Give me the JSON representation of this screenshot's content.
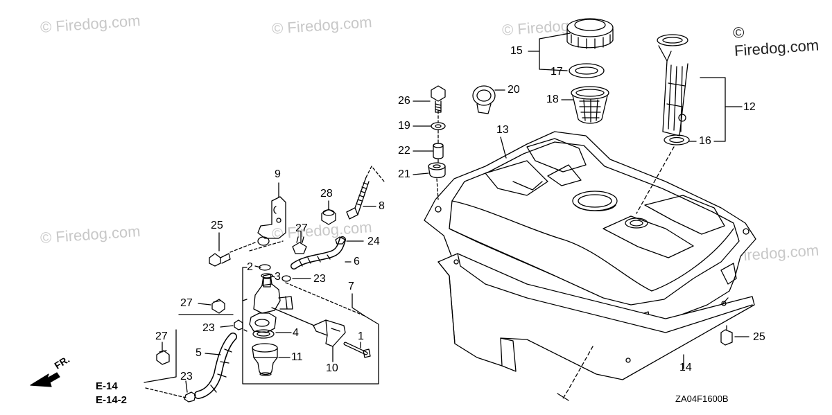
{
  "watermark": {
    "faint": "© Firedog.com",
    "strong": "© Firedog.com"
  },
  "callouts": {
    "c1": "1",
    "c2": "2",
    "c3": "3",
    "c4": "4",
    "c5": "5",
    "c6": "6",
    "c7": "7",
    "c8": "8",
    "c9": "9",
    "c10": "10",
    "c11": "11",
    "c12": "12",
    "c13": "13",
    "c14": "14",
    "c15": "15",
    "c16": "16",
    "c17": "17",
    "c18": "18",
    "c19": "19",
    "c20": "20",
    "c21": "21",
    "c22": "22",
    "c23a": "23",
    "c23b": "23",
    "c23c": "23",
    "c24": "24",
    "c25a": "25",
    "c25b": "25",
    "c26": "26",
    "c27a": "27",
    "c27b": "27",
    "c27c": "27",
    "c28": "28"
  },
  "refs": {
    "e14": "E-14",
    "e142": "E-14-2",
    "front": "FR."
  },
  "diagram_code": "ZA04F1600B",
  "colors": {
    "line": "#000000",
    "watermark": "#c8c8c8"
  }
}
